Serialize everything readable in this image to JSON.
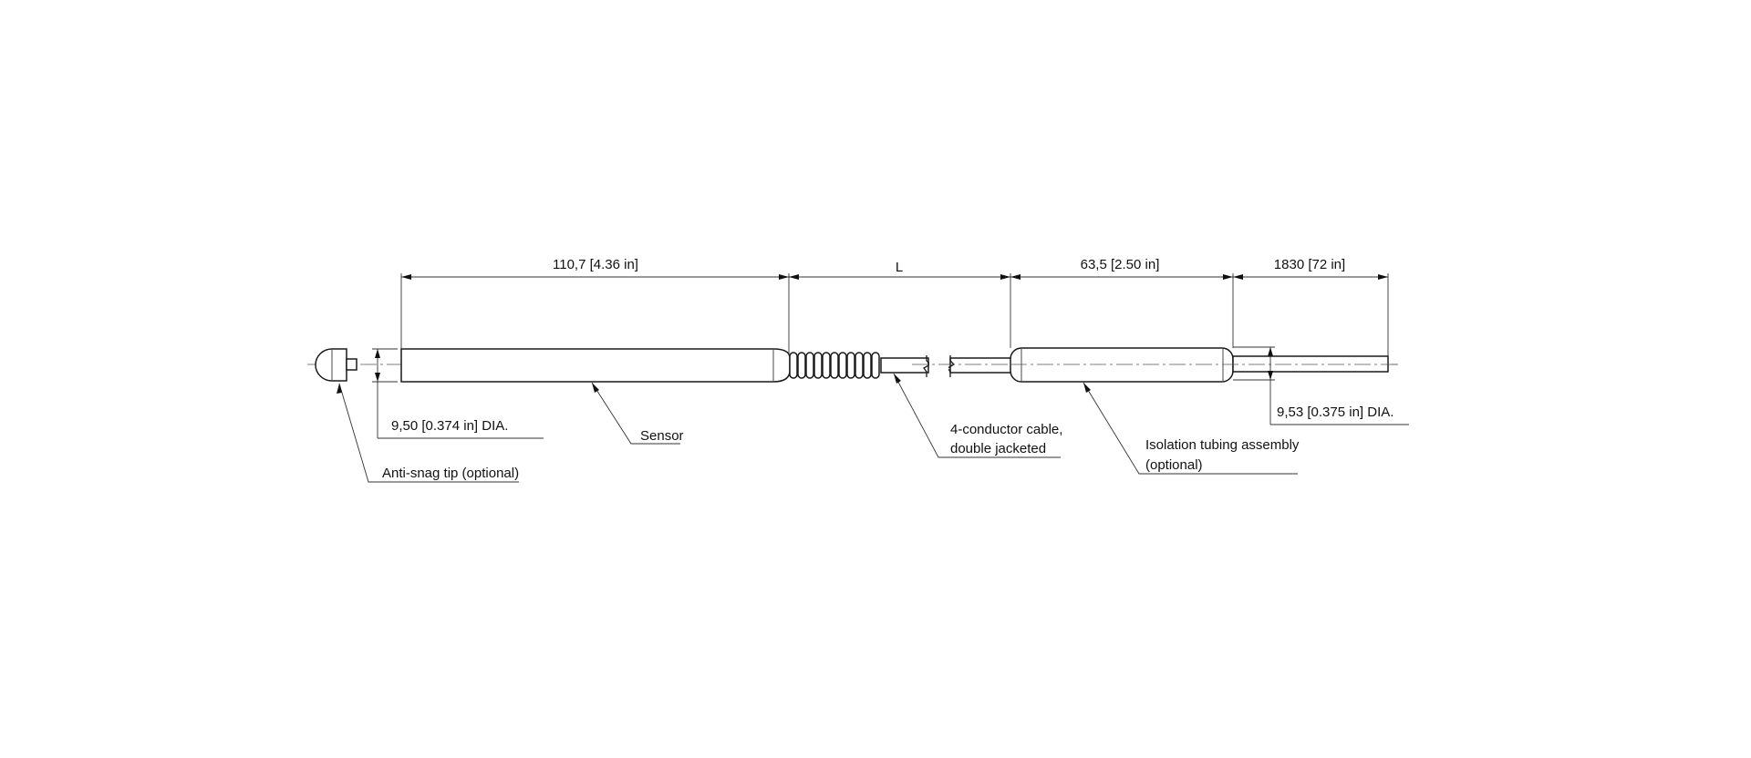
{
  "dimensions": {
    "sensor_length": "110,7 [4.36 in]",
    "cable_length": "L",
    "isolation_length": "63,5 [2.50 in]",
    "lead_length": "1830 [72 in]",
    "sensor_diameter": "9,50 [0.374 in] DIA.",
    "lead_diameter": "9,53 [0.375 in] DIA."
  },
  "callouts": {
    "sensor": "Sensor",
    "anti_snag": "Anti-snag tip (optional)",
    "cable_line1": "4-conductor cable,",
    "cable_line2": "double jacketed",
    "isolation_line1": "Isolation tubing assembly",
    "isolation_line2": "(optional)"
  }
}
